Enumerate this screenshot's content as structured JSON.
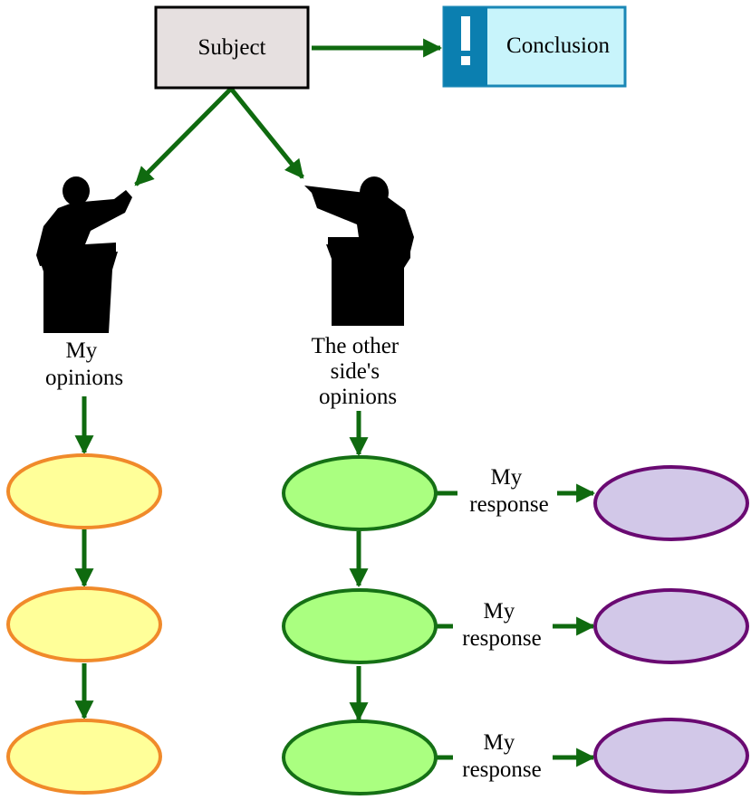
{
  "nodes": {
    "subject": {
      "label": "Subject"
    },
    "conclusion": {
      "label": "Conclusion",
      "icon": "exclamation-icon"
    }
  },
  "speakers": {
    "mine": {
      "lines": [
        "My",
        "opinions"
      ],
      "icon": "speaker-at-podium-icon"
    },
    "other": {
      "lines": [
        "The other",
        "side's",
        "opinions"
      ],
      "icon": "speaker-at-podium-icon"
    }
  },
  "responses": [
    {
      "lines": [
        "My",
        "response"
      ]
    },
    {
      "lines": [
        "My",
        "response"
      ]
    },
    {
      "lines": [
        "My",
        "response"
      ]
    }
  ],
  "colors": {
    "arrow": "#0f6a0f",
    "subject_fill": "#e6e0e0",
    "conclusion_fill": "#c8f4fb",
    "conclusion_border": "#1a87b6",
    "conclusion_icon_bg": "#0b7fb0",
    "my_opinion_fill": "#ffff99",
    "my_opinion_border": "#f08a2a",
    "other_opinion_fill": "#aaff80",
    "other_opinion_border": "#157015",
    "response_fill": "#d2c8e8",
    "response_border": "#6a0a72"
  }
}
